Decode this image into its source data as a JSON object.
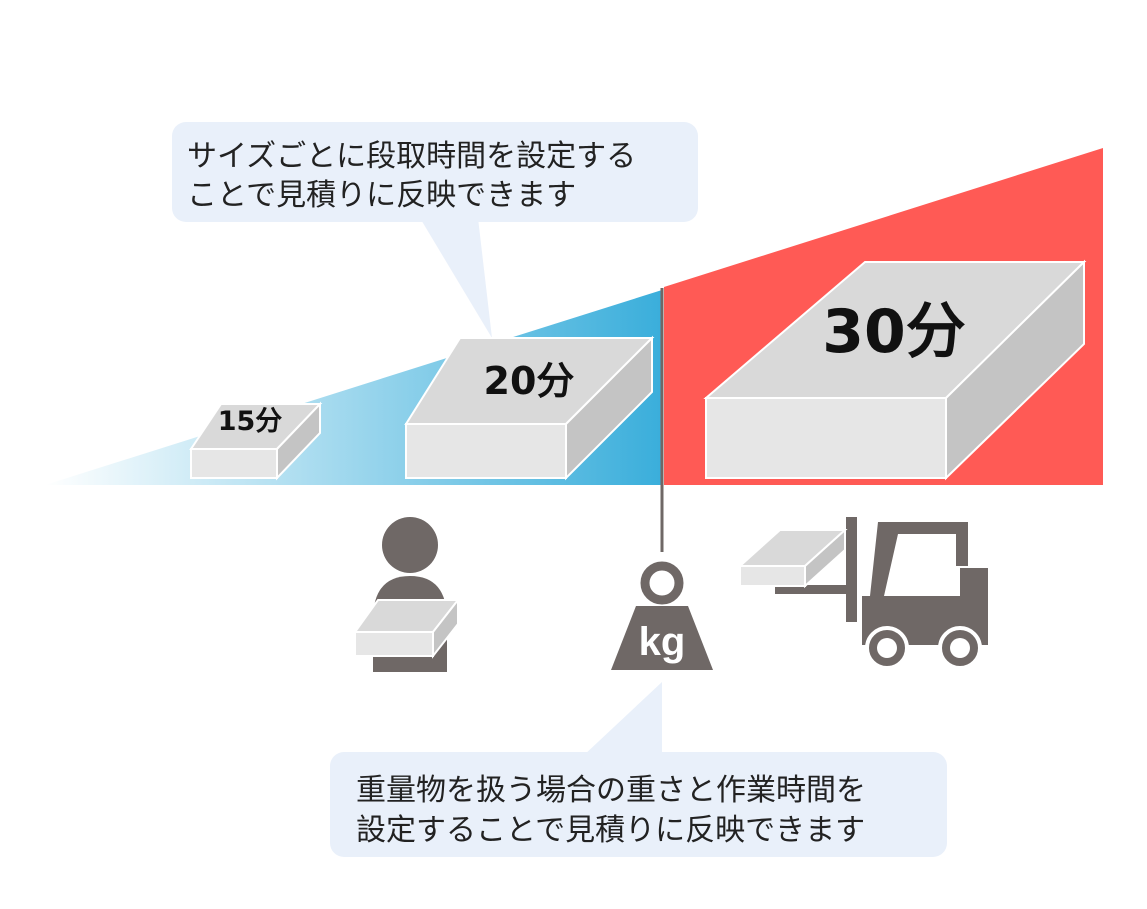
{
  "callout_top": {
    "line1": "サイズごとに段取時間を設定する",
    "line2": "ことで見積りに反映できます"
  },
  "callout_bottom": {
    "line1": "重量物を扱う場合の重さと作業時間を",
    "line2": "設定することで見積りに反映できます"
  },
  "boxes": {
    "small": "15分",
    "medium": "20分",
    "large": "30分"
  },
  "weight": {
    "unit": "kg"
  },
  "colors": {
    "blue_zone": "#3aaedb",
    "red_zone": "#ff5a55",
    "callout_bg": "#e9f0fa",
    "icon_gray": "#6f6866",
    "box_top": "#d9d9d9",
    "box_front": "#e6e6e6",
    "box_side": "#c4c4c4"
  }
}
